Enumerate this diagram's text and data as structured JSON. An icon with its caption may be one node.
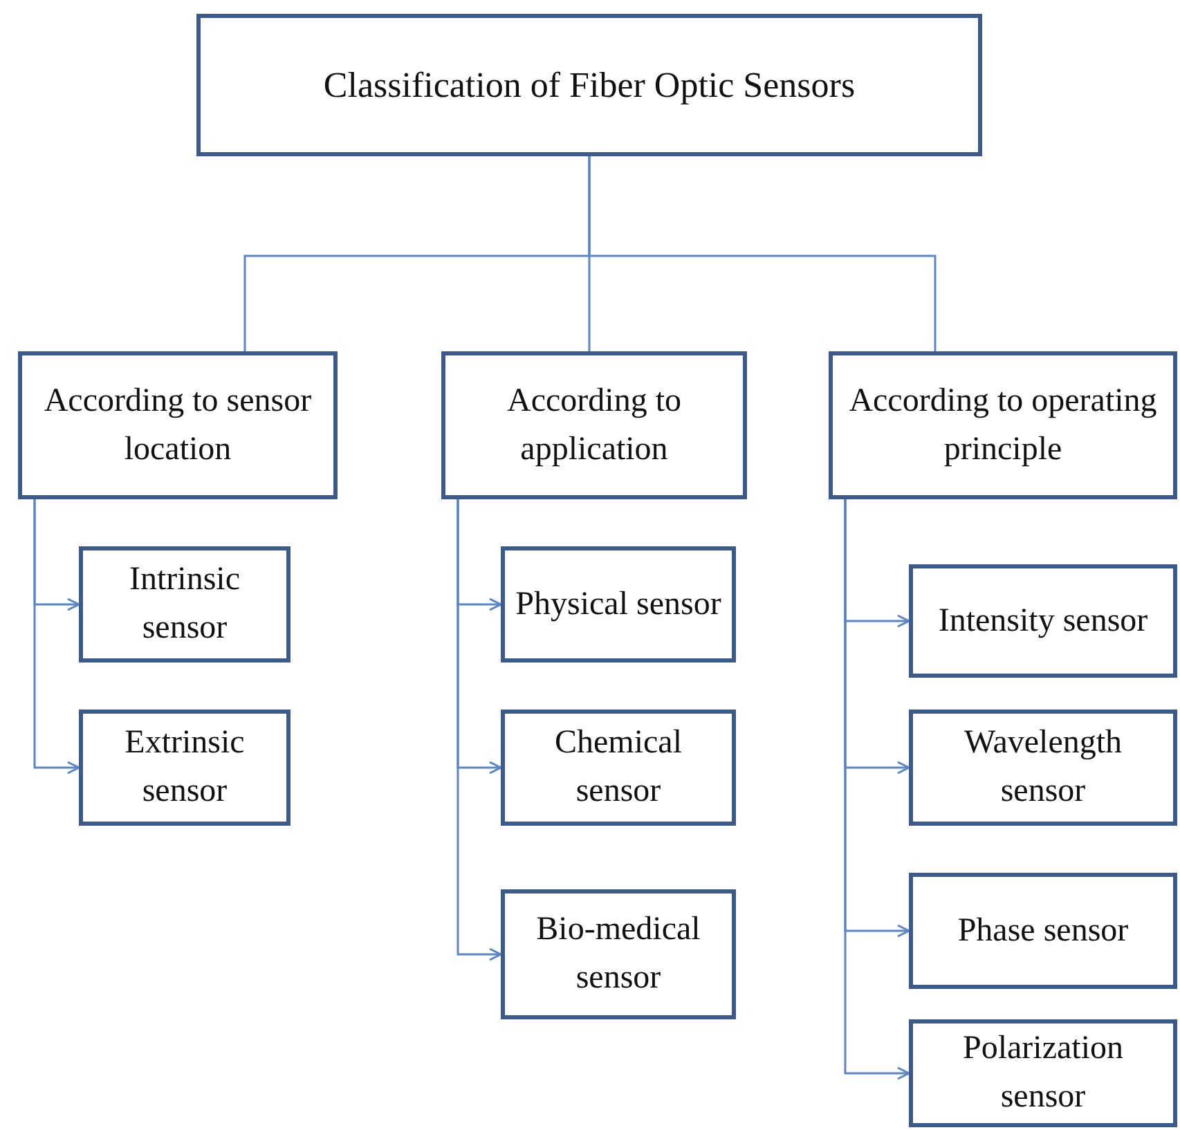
{
  "diagram": {
    "nodes": [
      {
        "text": [
          "Classification  of Fiber Optic Sensors"
        ]
      },
      {
        "text": [
          "According to sensor location"
        ]
      },
      {
        "text": [
          "According to application"
        ]
      },
      {
        "text": [
          "According to operating principle"
        ]
      },
      {
        "text": [
          "Intrinsic sensor"
        ]
      },
      {
        "text": [
          "Extrinsic sensor"
        ]
      },
      {
        "text": [
          "Physical sensor"
        ]
      },
      {
        "text": [
          "Chemical sensor"
        ]
      },
      {
        "text": [
          "Bio-medical sensor"
        ]
      },
      {
        "text": [
          "Intensity sensor"
        ]
      },
      {
        "text": [
          "Wavelength sensor"
        ]
      },
      {
        "text": [
          "Phase sensor"
        ]
      },
      {
        "text": [
          "Polarization sensor"
        ]
      }
    ],
    "edges": [
      {
        "from": 0,
        "to": 1,
        "arrow": "none"
      },
      {
        "from": 0,
        "to": 2,
        "arrow": "none"
      },
      {
        "from": 0,
        "to": 3,
        "arrow": "none"
      },
      {
        "from": 1,
        "to": 4,
        "arrow": "to"
      },
      {
        "from": 1,
        "to": 5,
        "arrow": "to"
      },
      {
        "from": 2,
        "to": 6,
        "arrow": "to"
      },
      {
        "from": 2,
        "to": 7,
        "arrow": "to"
      },
      {
        "from": 2,
        "to": 8,
        "arrow": "to"
      },
      {
        "from": 3,
        "to": 9,
        "arrow": "to"
      },
      {
        "from": 3,
        "to": 10,
        "arrow": "to"
      },
      {
        "from": 3,
        "to": 11,
        "arrow": "to"
      },
      {
        "from": 3,
        "to": 12,
        "arrow": "to"
      }
    ]
  }
}
